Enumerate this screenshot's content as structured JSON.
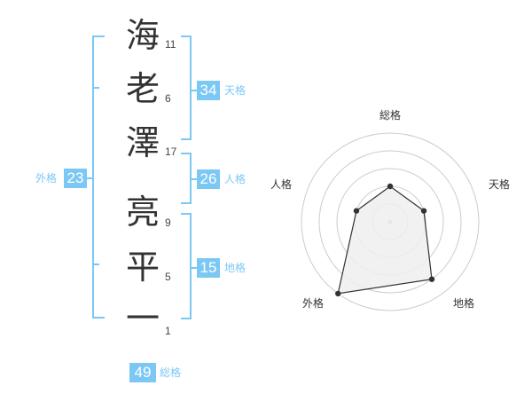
{
  "name": {
    "characters": [
      {
        "char": "海",
        "strokes": "11"
      },
      {
        "char": "老",
        "strokes": "6"
      },
      {
        "char": "澤",
        "strokes": "17"
      },
      {
        "char": "亮",
        "strokes": "9"
      },
      {
        "char": "平",
        "strokes": "5"
      },
      {
        "char": "一",
        "strokes": "1"
      }
    ]
  },
  "fortunes": {
    "tenkaku": {
      "value": "34",
      "label": "天格"
    },
    "jinkaku": {
      "value": "26",
      "label": "人格"
    },
    "chikaku": {
      "value": "15",
      "label": "地格"
    },
    "gaikaku": {
      "value": "23",
      "label": "外格"
    },
    "soukaku": {
      "value": "49",
      "label": "総格"
    }
  },
  "radar": {
    "axes": [
      "総格",
      "天格",
      "地格",
      "外格",
      "人格"
    ],
    "scores": [
      2,
      2,
      4,
      5,
      2
    ],
    "max": 5
  },
  "colors": {
    "accent": "#7cc8f5",
    "text": "#333333",
    "grid": "#cccccc",
    "fill": "#eeeeee"
  }
}
